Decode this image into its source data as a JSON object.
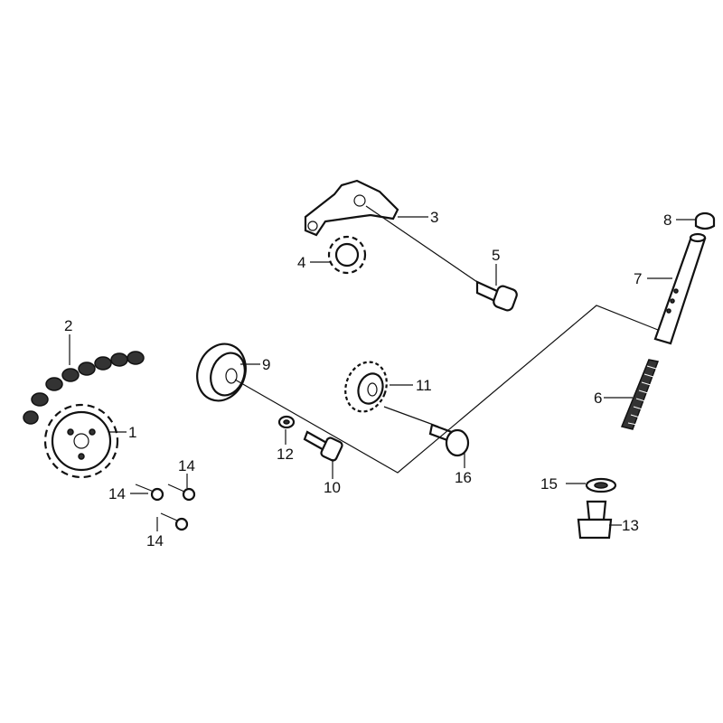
{
  "callouts": {
    "c1": "1",
    "c2": "2",
    "c3": "3",
    "c4": "4",
    "c5": "5",
    "c6": "6",
    "c7": "7",
    "c8": "8",
    "c9": "9",
    "c10": "10",
    "c11": "11",
    "c12": "12",
    "c13": "13",
    "c14a": "14",
    "c14b": "14",
    "c14c": "14",
    "c15": "15",
    "c16": "16"
  },
  "colors": {
    "ink": "#111111",
    "background": "#ffffff"
  }
}
